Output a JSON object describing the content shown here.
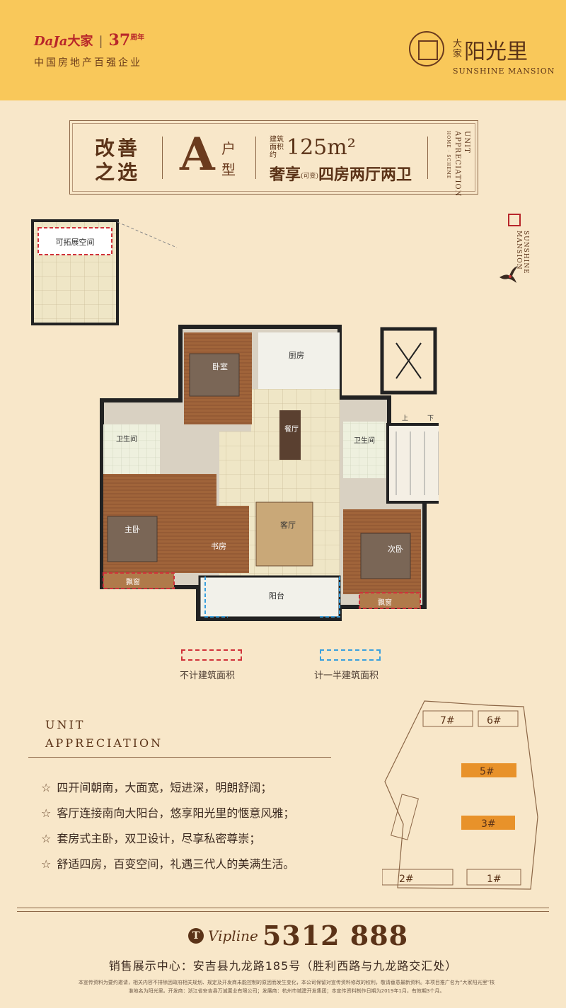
{
  "header": {
    "brand_latin": "DaJa",
    "brand_cn": "大家",
    "years": "37",
    "years_unit": "周年",
    "tagline": "中国房地产百强企业",
    "project_prefix": "大家",
    "project_name": "阳光里",
    "project_en": "SUNSHINE MANSION"
  },
  "title_box": {
    "slogan_line1": "改善",
    "slogan_line2": "之选",
    "unit_letter": "A",
    "unit_word": "户型",
    "area_label": "建筑面积约",
    "area_value": "125m²",
    "type_prefix": "奢享",
    "type_optional": "(可变)",
    "type_layout": "四房两厅两卫",
    "unit_appreciation": "UNIT APPRECIATION",
    "home_scheme": "HOME · SCHEME"
  },
  "side_mark": {
    "text": "SUNSHINE MANSION"
  },
  "floor_plan": {
    "rooms": {
      "expand": "可拓展空间",
      "bedroom": "卧室",
      "kitchen": "厨房",
      "bath1": "卫生间",
      "dining": "餐厅",
      "bath2": "卫生间",
      "master": "主卧",
      "study": "书房",
      "living": "客厅",
      "second": "次卧",
      "balcony": "阳台",
      "bay1": "飘窗",
      "bay2": "飘窗",
      "up": "上",
      "down": "下"
    }
  },
  "legend": {
    "red_label": "不计建筑面积",
    "blue_label": "计一半建筑面积",
    "red_color": "#d0323a",
    "blue_color": "#3aa0dd"
  },
  "appreciation": {
    "heading_line1": "UNIT",
    "heading_line2": "APPRECIATION",
    "features": [
      "四开间朝南，大面宽，短进深，明朗舒阔；",
      "客厅连接南向大阳台，悠享阳光里的惬意风雅；",
      "套房式主卧，双卫设计，尽享私密尊崇；",
      "舒适四房，百变空间，礼遇三代人的美满生活。"
    ]
  },
  "site_plan": {
    "buildings": [
      "7#",
      "6#",
      "5#",
      "3#",
      "2#",
      "1#"
    ],
    "highlight_color": "#e8922a"
  },
  "footer": {
    "tel_icon": "T",
    "vipline": "Vipline",
    "phone": "5312 888",
    "address": "销售展示中心：安吉县九龙路185号（胜利西路与九龙路交汇处）",
    "fine_print": "本宣传资料为要约邀请，相关内容不排除因政府相关规划、规定及开发商未能控制的原因而发生变化，本公司保留对宣传资料修改的权利，敬请垂意最新资料。本项目推广名为“大家阳光里”核准地名为阳光里。开发商：浙江省安吉县万诚置业有限公司；发展商：杭州市城建开发集团；本宣传资料制作日期为2019年1月，有效期3个月。"
  }
}
